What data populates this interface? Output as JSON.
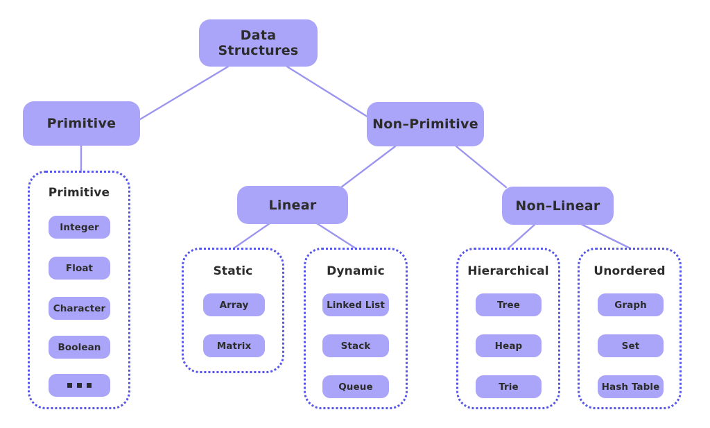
{
  "diagram": {
    "title": "Data Structures",
    "theme": {
      "background": "#ffffff",
      "node_fill": "#aaa5f8",
      "node_text": "#2c2c2c",
      "group_border": "#5555e8",
      "edge_line": "#9b95f0"
    },
    "root": {
      "label": "Data Structures"
    },
    "level1": [
      {
        "id": "primitive",
        "label": "Primitive"
      },
      {
        "id": "non-primitive",
        "label": "Non–Primitive"
      }
    ],
    "level2": [
      {
        "id": "linear",
        "label": "Linear"
      },
      {
        "id": "non-linear",
        "label": "Non–Linear"
      }
    ],
    "groups": [
      {
        "id": "primitive-group",
        "title": "Primitive",
        "items": [
          "Integer",
          "Float",
          "Character",
          "Boolean",
          "■ ■ ■"
        ]
      },
      {
        "id": "static-group",
        "title": "Static",
        "items": [
          "Array",
          "Matrix"
        ]
      },
      {
        "id": "dynamic-group",
        "title": "Dynamic",
        "items": [
          "Linked List",
          "Stack",
          "Queue"
        ]
      },
      {
        "id": "hierarchical-group",
        "title": "Hierarchical",
        "items": [
          "Tree",
          "Heap",
          "Trie"
        ]
      },
      {
        "id": "unordered-group",
        "title": "Unordered",
        "items": [
          "Graph",
          "Set",
          "Hash Table"
        ]
      }
    ],
    "edges": [
      {
        "from": "Data Structures",
        "to": "Primitive"
      },
      {
        "from": "Data Structures",
        "to": "Non–Primitive"
      },
      {
        "from": "Primitive",
        "to": "Primitive group"
      },
      {
        "from": "Non–Primitive",
        "to": "Linear"
      },
      {
        "from": "Non–Primitive",
        "to": "Non–Linear"
      },
      {
        "from": "Linear",
        "to": "Static"
      },
      {
        "from": "Linear",
        "to": "Dynamic"
      },
      {
        "from": "Non–Linear",
        "to": "Hierarchical"
      },
      {
        "from": "Non–Linear",
        "to": "Unordered"
      }
    ]
  }
}
